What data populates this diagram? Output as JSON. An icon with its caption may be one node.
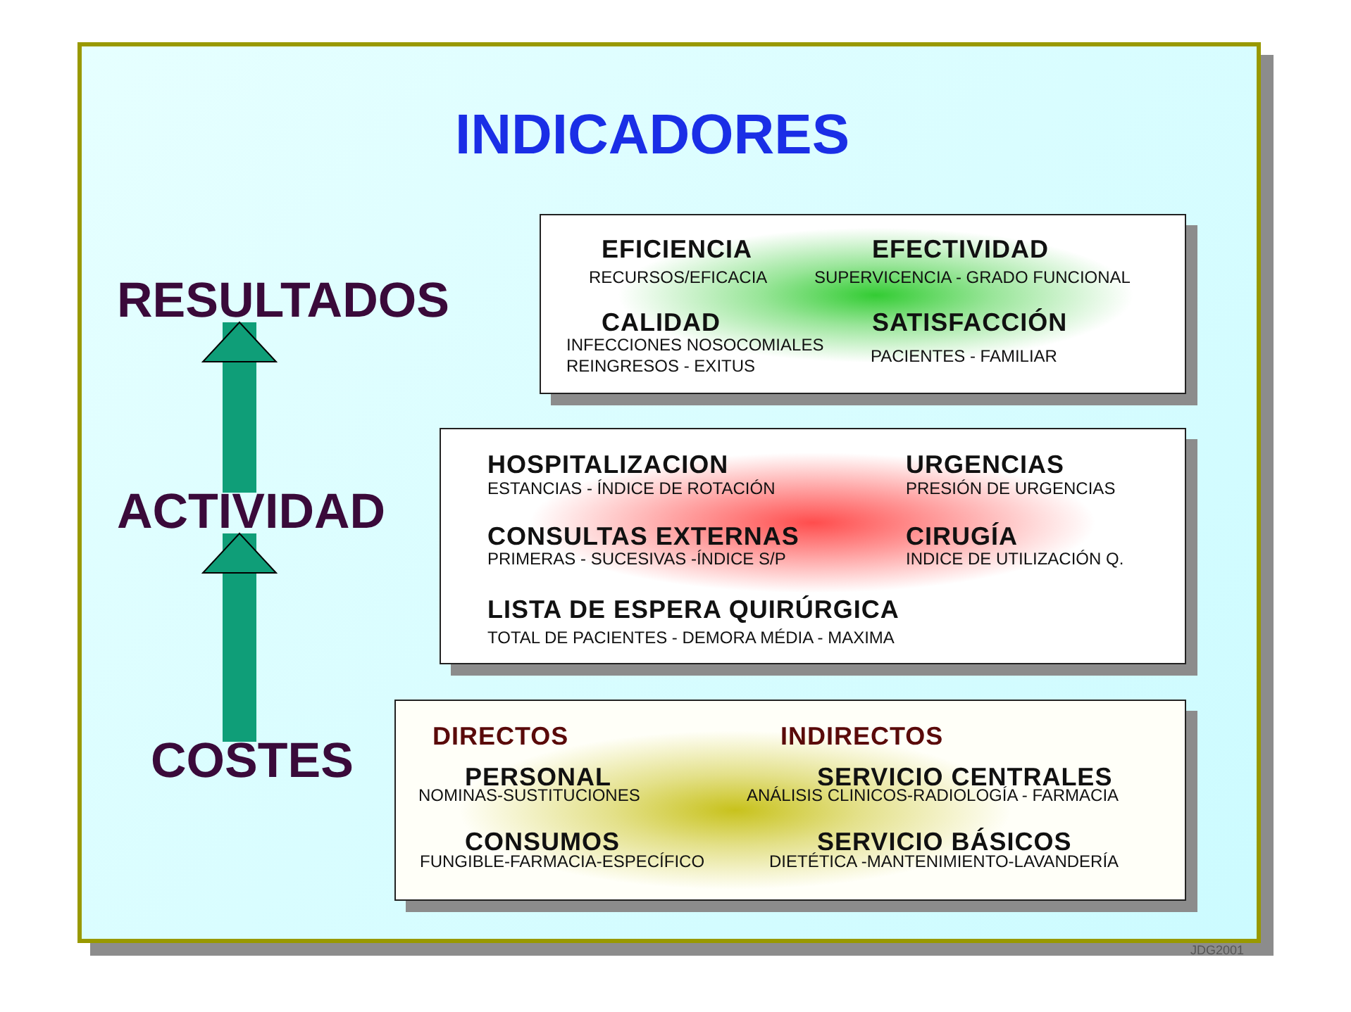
{
  "diagram": {
    "title": "INDICADORES",
    "nodes": [
      {
        "text": [
          "RESULTADOS"
        ]
      },
      {
        "text": [
          "ACTIVIDAD"
        ]
      },
      {
        "text": [
          "COSTES"
        ]
      },
      {
        "text": [
          "EFICIENCIA",
          "RECURSOS/EFICACIA",
          "EFECTIVIDAD",
          "SUPERVICENCIA - GRADO FUNCIONAL",
          "CALIDAD",
          "INFECCIONES NOSOCOMIALES REINGRESOS - EXITUS",
          "SATISFACCIÓN",
          "PACIENTES - FAMILIAR"
        ]
      },
      {
        "text": [
          "HOSPITALIZACION",
          "ESTANCIAS - ÍNDICE DE ROTACIÓN",
          "URGENCIAS",
          "PRESIÓN DE URGENCIAS",
          "CONSULTAS EXTERNAS",
          "PRIMERAS - SUCESIVAS -ÍNDICE S/P",
          "CIRUGÍA",
          "INDICE DE UTILIZACIÓN Q.",
          "LISTA DE ESPERA QUIRÚRGICA",
          "TOTAL DE PACIENTES - DEMORA MÉDIA - MAXIMA"
        ]
      },
      {
        "text": [
          "DIRECTOS",
          "INDIRECTOS",
          "PERSONAL",
          "NOMINAS-SUSTITUCIONES",
          "SERVICIO CENTRALES",
          "ANÁLISIS CLINICOS-RADIOLOGÍA - FARMACIA",
          "CONSUMOS",
          "FUNGIBLE-FARMACIA-ESPECÍFICO",
          "SERVICIO BÁSICOS",
          "DIETÉTICA -MANTENIMIENTO-LAVANDERÍA"
        ]
      }
    ],
    "edges": [
      {
        "from": 1,
        "to": 0,
        "arrow": "to"
      },
      {
        "from": 2,
        "to": 1,
        "arrow": "to"
      }
    ],
    "labels": [
      "JDG2001"
    ]
  }
}
